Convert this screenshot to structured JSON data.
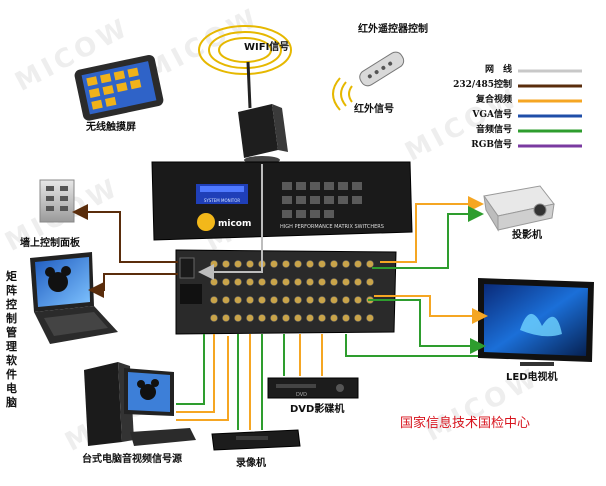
{
  "watermark": "MICOW",
  "labels": {
    "wifi": "WIFI信号",
    "ir_remote": "红外遥控器控制",
    "ir_signal": "红外信号",
    "touch_screen": "无线触摸屏",
    "wall_panel": "墙上控制面板",
    "matrix_software": "矩阵控制管理软件电脑",
    "projector": "投影机",
    "led_tv": "LED电视机",
    "dvd": "DVD影碟机",
    "desktop": "台式电脑音视频信号源",
    "recorder": "录像机",
    "center": "国家信息技术国检中心",
    "device_brand": "micom",
    "device_subtitle": "HIGH PERFORMANCE MATRIX SWITCHERS",
    "lcd_text": "SYSTEM MONITOR",
    "dvd_faceplate": "DVD"
  },
  "legend": [
    {
      "label": "网　线",
      "color": "#c8c8c8"
    },
    {
      "label": "232/485控制",
      "color": "#5a2d0c"
    },
    {
      "label": "复合视频",
      "color": "#f5a623"
    },
    {
      "label": "VGA信号",
      "color": "#1f4ea8"
    },
    {
      "label": "音频信号",
      "color": "#2e9d2e"
    },
    {
      "label": "RGB信号",
      "color": "#7a3aa0"
    }
  ],
  "colors": {
    "network": "#c8c8c8",
    "control": "#5a2d0c",
    "composite": "#f5a623",
    "vga": "#1f4ea8",
    "audio": "#2e9d2e",
    "rgb": "#7a3aa0",
    "red_text": "#d8141e"
  }
}
